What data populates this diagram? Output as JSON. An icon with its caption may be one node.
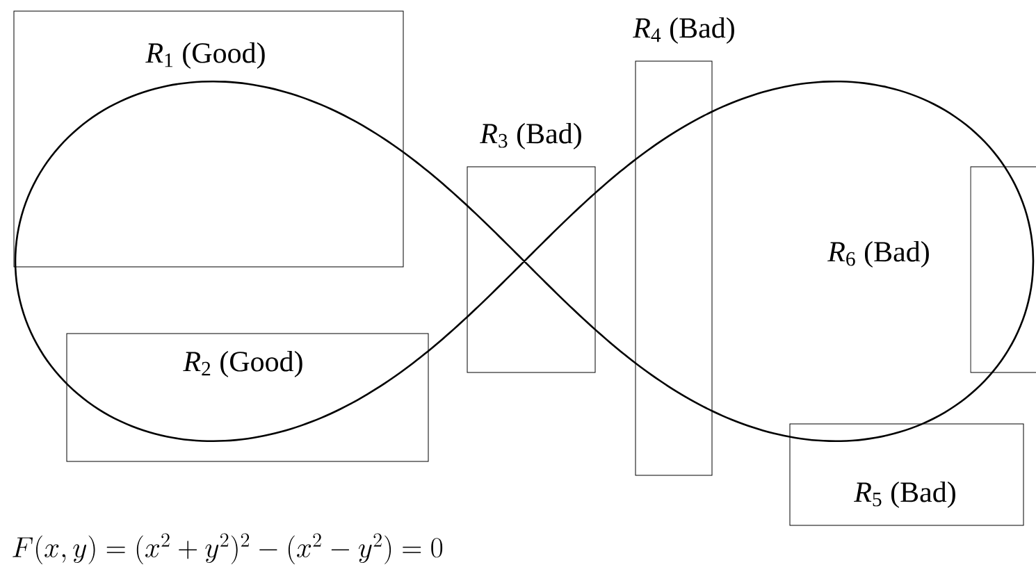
{
  "diagram": {
    "nodes": [
      {
        "text": [
          "*R*$_{1}$ (Good)"
        ]
      },
      {
        "text": [
          "*R*$_{2}$ (Good)"
        ]
      },
      {
        "text": [
          "*R*$_{3}$ (Bad)"
        ]
      },
      {
        "text": [
          "*R*$_{4}$ (Bad)"
        ]
      },
      {
        "text": [
          "*R*$_{5}$ (Bad)"
        ]
      },
      {
        "text": [
          "*R*$_{6}$ (Bad)"
        ]
      }
    ],
    "labels": [
      "F(x,y) = (x^2+y^2)^2 - (x^2-y^2) = 0"
    ]
  }
}
